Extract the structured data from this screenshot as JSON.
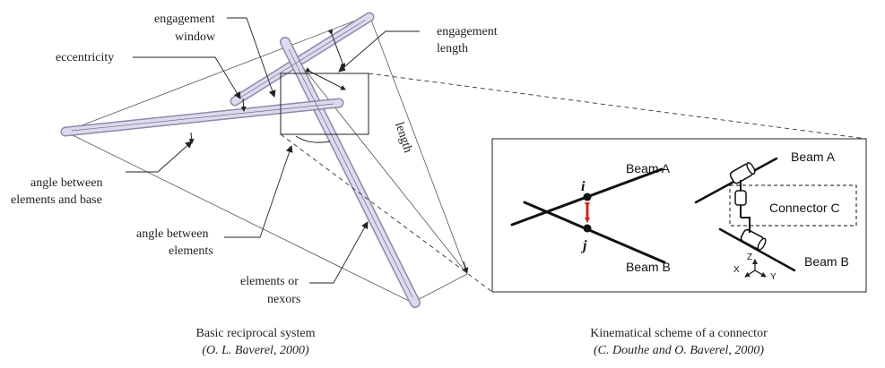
{
  "left_diagram": {
    "labels": {
      "engagement_window": [
        "engagement",
        "window"
      ],
      "engagement_length": [
        "engagement",
        "length"
      ],
      "eccentricity": "eccentricity",
      "length": "length",
      "angle_base": [
        "angle between",
        "elements and base"
      ],
      "angle_elements": [
        "angle between",
        "elements"
      ],
      "elements_nexors": [
        "elements or",
        "nexors"
      ]
    },
    "caption": "Basic reciprocal system",
    "credit": "(O. L. Baverel, 2000)"
  },
  "right_diagram": {
    "beam_a": "Beam A",
    "beam_b": "Beam B",
    "point_i": "i",
    "point_j": "j",
    "beam_a_2": "Beam A",
    "beam_b_2": "Beam B",
    "connector": "Connector C",
    "axes": {
      "z": "Z",
      "x": "X",
      "y": "Y"
    },
    "caption": "Kinematical scheme of a connector",
    "credit": "(C. Douthe  and O. Baverel, 2000)"
  },
  "colors": {
    "rod_fill": "#d9d8ec",
    "rod_stroke": "#8c8aa8",
    "arrow_red": "#d42020",
    "line": "#222222"
  }
}
